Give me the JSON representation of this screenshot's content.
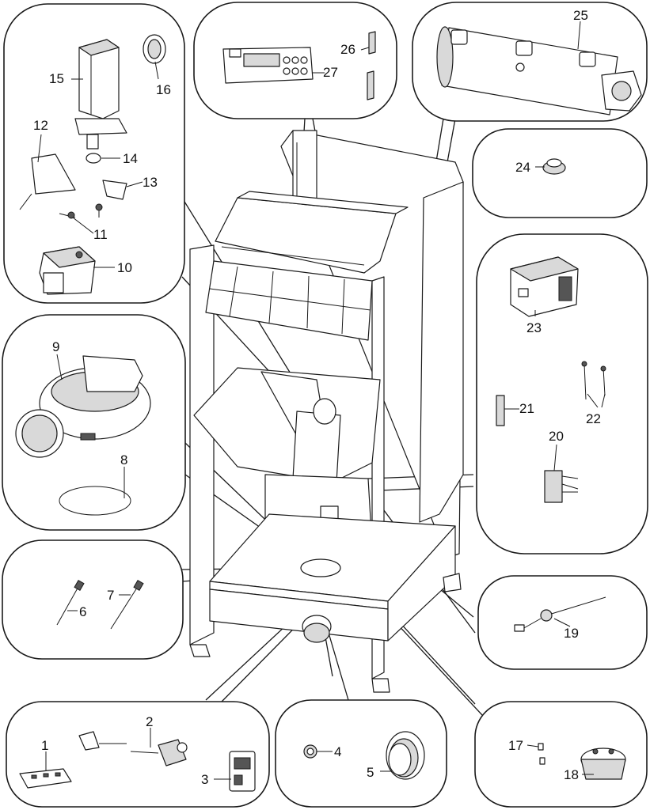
{
  "diagram": {
    "part_labels": {
      "p1": "1",
      "p2": "2",
      "p3": "3",
      "p4": "4",
      "p5": "5",
      "p6": "6",
      "p7": "7",
      "p8": "8",
      "p9": "9",
      "p10": "10",
      "p11": "11",
      "p12": "12",
      "p13": "13",
      "p14": "14",
      "p15": "15",
      "p16": "16",
      "p17": "17",
      "p18": "18",
      "p19": "19",
      "p20": "20",
      "p21": "21",
      "p22": "22",
      "p23": "23",
      "p24": "24",
      "p25": "25",
      "p26": "26",
      "p27": "27"
    },
    "line_color": "#1a1a1a",
    "fill_color": "#ffffff",
    "shade_color": "#d9d9d9"
  }
}
